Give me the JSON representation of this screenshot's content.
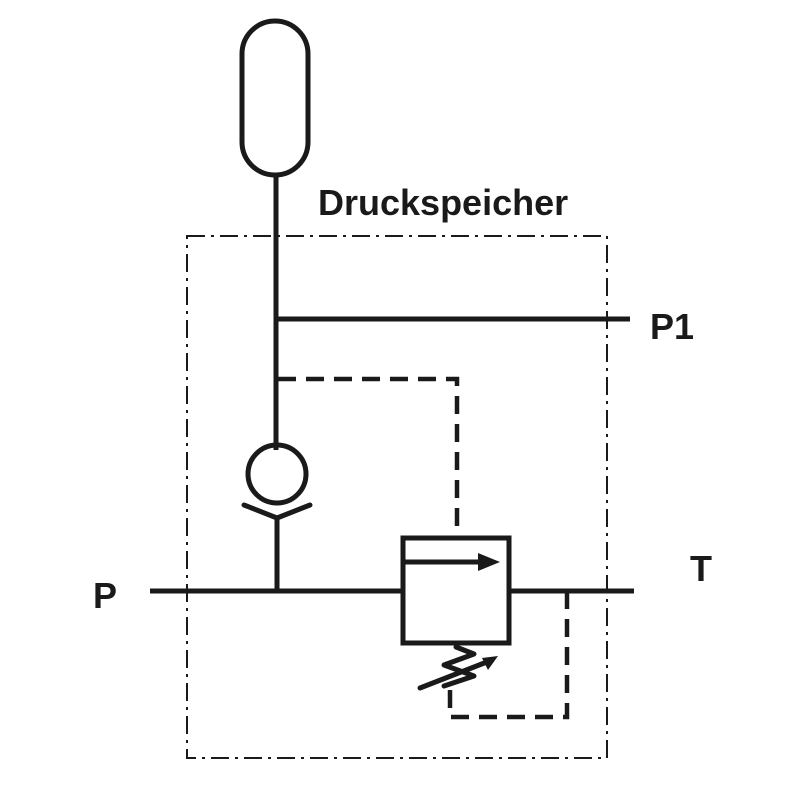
{
  "labels": {
    "title": "Druckspeicher",
    "port_p1": "P1",
    "port_p": "P",
    "port_t": "T"
  },
  "colors": {
    "line": "#1a1a1a",
    "background": "#ffffff"
  },
  "icons": {
    "accumulator": "accumulator-icon",
    "check_valve": "check-valve-icon",
    "relief_valve": "pressure-relief-valve-icon",
    "spring": "adjustable-spring-icon"
  }
}
